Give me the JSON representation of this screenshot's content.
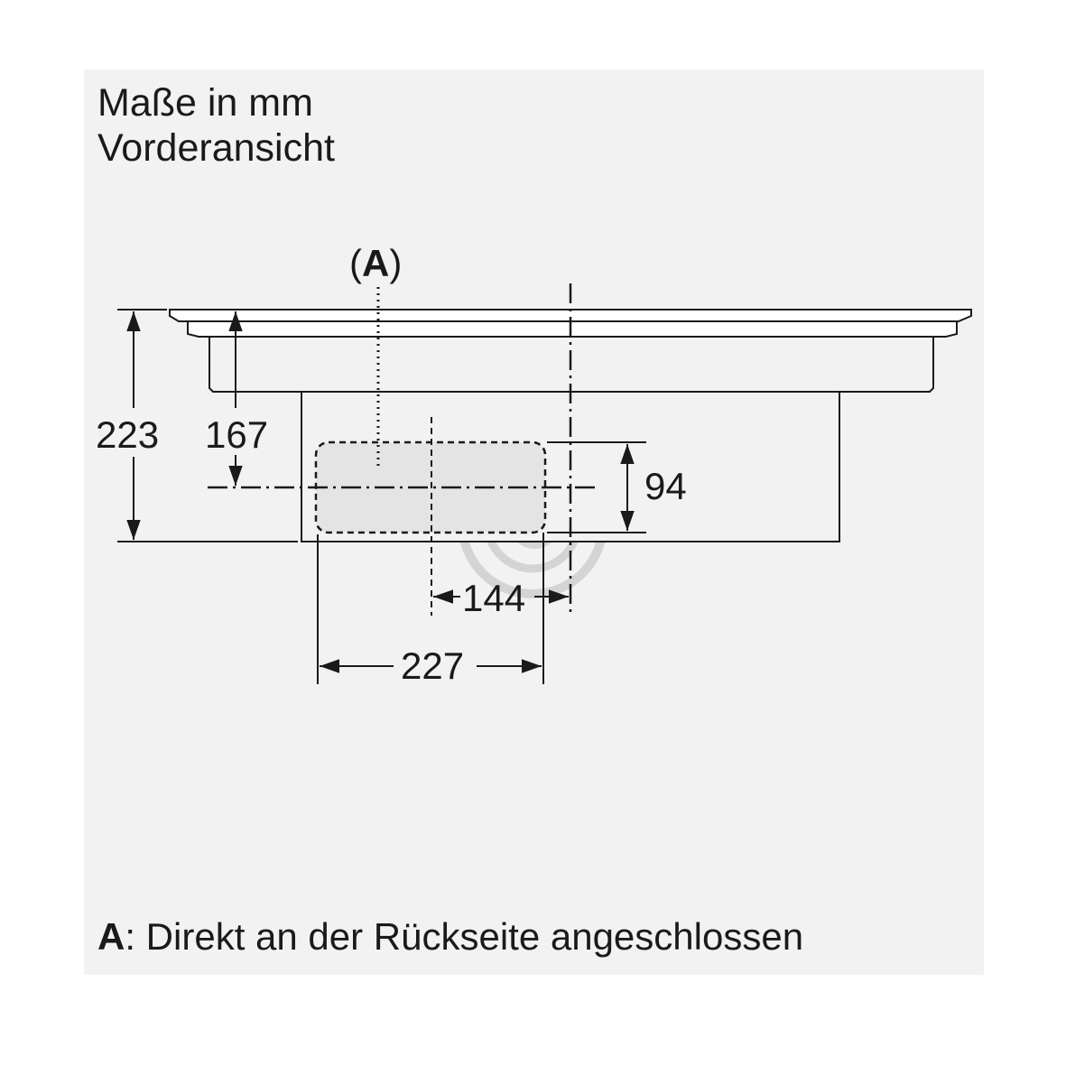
{
  "header": {
    "units": "Maße in mm",
    "view": "Vorderansicht"
  },
  "diagram": {
    "marker": {
      "open": "(",
      "letter": "A",
      "close": ")"
    },
    "dimensions": {
      "total_height": "223",
      "upper_height": "167",
      "opening_height": "94",
      "center_offset": "144",
      "opening_width": "227"
    }
  },
  "footnote": {
    "letter": "A",
    "text": ": Direkt an der Rückseite angeschlossen"
  },
  "colors": {
    "background": "#f2f2f2",
    "line": "#1a1a1a",
    "opening_fill": "#e4e4e4",
    "watermark": "#cccccc"
  }
}
